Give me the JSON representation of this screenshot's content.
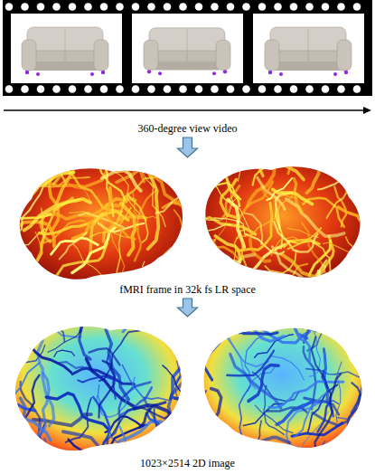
{
  "diagram": {
    "nodes": [
      {
        "text": [
          "360-degree view video"
        ]
      },
      {
        "text": [
          "fMRI frame in 32k fs LR space"
        ]
      },
      {
        "text": [
          "1023×2514 2D image"
        ]
      }
    ],
    "edges": [
      {
        "from": 0,
        "to": 1,
        "arrow": "to"
      },
      {
        "from": 1,
        "to": 2,
        "arrow": "to"
      }
    ]
  }
}
